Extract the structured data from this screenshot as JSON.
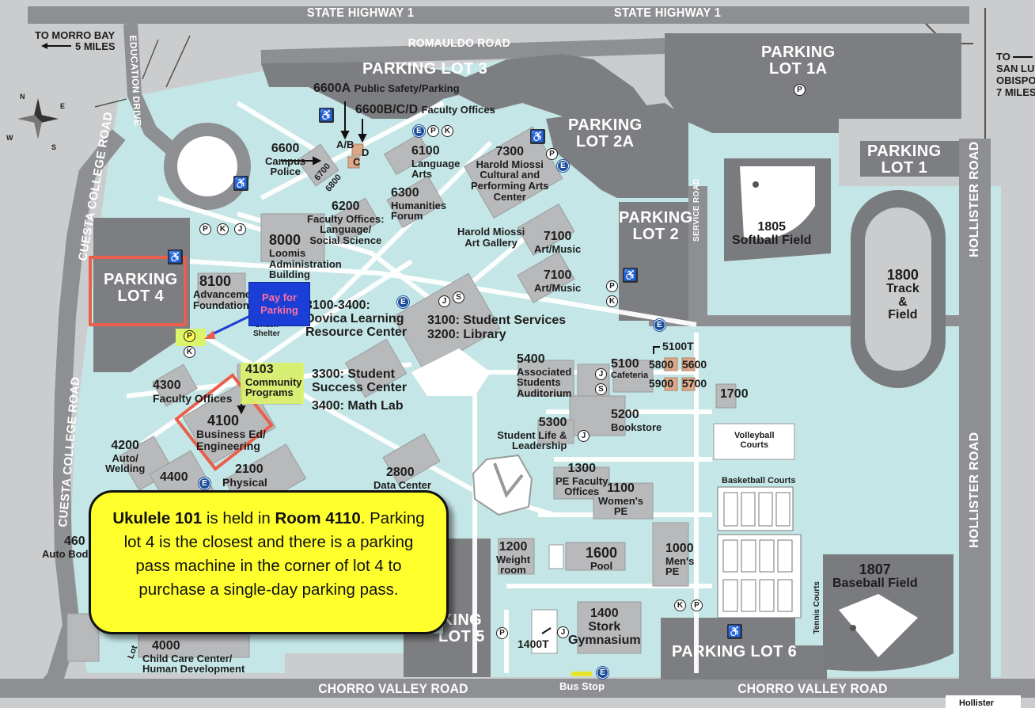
{
  "roads": {
    "highway_1a": "STATE HIGHWAY 1",
    "highway_1b": "STATE HIGHWAY 1",
    "romauldo": "ROMAULDO ROAD",
    "chorro_a": "CHORRO VALLEY ROAD",
    "chorro_b": "CHORRO VALLEY ROAD",
    "cuesta_a": "CUESTA COLLEGE ROAD",
    "cuesta_b": "CUESTA COLLEGE ROAD",
    "education": "EDUCATION DRIVE",
    "service": "SERVICE ROAD",
    "hollister_a": "HOLLISTER ROAD",
    "hollister_b": "HOLLISTER ROAD",
    "hollister_c": "Hollister"
  },
  "directions": {
    "morro_line1": "TO MORRO BAY",
    "morro_line2": "5 MILES",
    "slo_line1": "TO",
    "slo_line2": "SAN LUI",
    "slo_line3": "OBISPO",
    "slo_line4": "7 MILES"
  },
  "compass": {
    "n": "N",
    "e": "E",
    "s": "S",
    "w": "W"
  },
  "lots": {
    "lot3": "PARKING LOT 3",
    "lot1a_l1": "PARKING",
    "lot1a_l2": "LOT 1A",
    "lot2a_l1": "PARKING",
    "lot2a_l2": "LOT 2A",
    "lot1_l1": "PARKING",
    "lot1_l2": "LOT 1",
    "lot2_l1": "PARKING",
    "lot2_l2": "LOT 2",
    "lot4_l1": "PARKING",
    "lot4_l2": "LOT 4",
    "lot5_l1": "KING",
    "lot5_l2": "LOT 5",
    "lot6": "PARKING LOT 6"
  },
  "buildings": {
    "b6600a": "6600A",
    "b6600a_desc": "Public Safety/Parking",
    "b6600bcd": "6600B/C/D",
    "b6600bcd_desc": "Faculty Offices",
    "ab": "A/B",
    "c": "C",
    "d": "D",
    "b6600": "6600",
    "b6600_l2": "Campus",
    "b6600_l3": "Police",
    "b6700": "6700",
    "b6800": "6800",
    "b6100": "6100",
    "b6100_l2": "Language",
    "b6100_l3": "Arts",
    "b6300": "6300",
    "b6300_l2": "Humanities",
    "b6300_l3": "Forum",
    "b7300": "7300",
    "b7300_l2": "Harold Miossi",
    "b7300_l3": "Cultural and",
    "b7300_l4": "Performing Arts",
    "b7300_l5": "Center",
    "b6200": "6200",
    "b6200_l2": "Faculty Offices:",
    "b6200_l3": "Language/",
    "b6200_l4": "Social Science",
    "b8000": "8000",
    "b8000_l2": "Loomis",
    "b8000_l3": "Administration",
    "b8000_l4": "Building",
    "gallery_l1": "Harold Miossi",
    "gallery_l2": "Art Gallery",
    "b7100a": "7100",
    "b7100a_l2": "Art/Music",
    "b7100b": "7100",
    "b7100b_l2": "Art/Music",
    "b8100": "8100",
    "b8100_l2": "Advanceme",
    "b8100_l3": "Foundation",
    "b3100_3400": "3100-3400:",
    "b3100_3400_l2": "Dovica Learning",
    "b3100_3400_l3": "Resource Center",
    "b3100": "3100: Student Services",
    "b3200": "3200: Library",
    "shack": "Shack",
    "shelter": "Shelter",
    "b4300": "4300",
    "b4300_l2": "Faculty Offices",
    "b4103": "4103",
    "b4103_l2": "Community",
    "b4103_l3": "Programs",
    "b3300": "3300: Student",
    "b3300_l2": "Success Center",
    "b3400": "3400: Math Lab",
    "b4100": "4100",
    "b4100_l2": "Business Ed/",
    "b4100_l3": "Engineering",
    "b5400": "5400",
    "b5400_l2": "Associated",
    "b5400_l3": "Students",
    "b5400_l4": "Auditorium",
    "b5100": "5100",
    "b5100_l2": "Cafeteria",
    "b5100t": "5100T",
    "b5800": "5800",
    "b5600": "5600",
    "b5900": "5900",
    "b5700": "5700",
    "b1700": "1700",
    "b5200": "5200",
    "b5200_l2": "Bookstore",
    "b5300": "5300",
    "b5300_l2": "Student Life &",
    "b5300_l3": "Leadership",
    "b4200": "4200",
    "b4200_l2": "Auto/",
    "b4200_l3": "Welding",
    "b4400": "4400",
    "b2100": "2100",
    "b2100_l2": "Physical",
    "b2800": "2800",
    "b2800_l2": "Data Center",
    "b1300": "1300",
    "b1300_l2": "PE Faculty",
    "b1300_l3": "Offices",
    "b1100": "1100",
    "b1100_l2": "Women's",
    "b1100_l3": "PE",
    "b460": "460",
    "b460_l2": "Auto Bod",
    "b1200": "1200",
    "b1200_l2": "Weight",
    "b1200_l3": "room",
    "b1600": "1600",
    "b1600_l2": "Pool",
    "b1000": "1000",
    "b1000_l2": "Men's",
    "b1000_l3": "PE",
    "b1400": "1400",
    "b1400_l2": "Stork",
    "b1400_l3": "Gymnasium",
    "b1400t": "1400T",
    "b4000": "4000",
    "b4000_l2": "Child Care Center/",
    "b4000_l3": "Human Development",
    "lot_frag": "Lot",
    "b1805": "1805",
    "b1805_l2": "Softball Field",
    "b1800": "1800",
    "b1800_l2": "Track",
    "b1800_l3": "&",
    "b1800_l4": "Field",
    "volley_l1": "Volleyball",
    "volley_l2": "Courts",
    "basketball": "Basketball Courts",
    "tennis": "Tennis Courts",
    "b1807": "1807",
    "b1807_l2": "Baseball Field",
    "bus_stop": "Bus Stop"
  },
  "icons": {
    "p": "P",
    "k": "K",
    "j": "J",
    "e": "E",
    "s": "S"
  },
  "pay_box": {
    "line1": "Pay for",
    "line2": "Parking"
  },
  "callout": {
    "bold1": "Ukulele 101",
    "text1": " is held in ",
    "bold2": "Room 4110",
    "text2": ". Parking lot 4 is the closest and there is a parking pass machine in the corner of lot 4 to purchase a single-day parking pass."
  },
  "colors": {
    "campus": "#c5e6e6",
    "parking": "#7d7e81",
    "road": "#8e8f92",
    "building": "#b8b9bb",
    "highlight_red": "#e8604c",
    "highlight_yellow": "#dcf46a",
    "callout": "#ffff2e",
    "pay_box": "#1b3fd6"
  }
}
